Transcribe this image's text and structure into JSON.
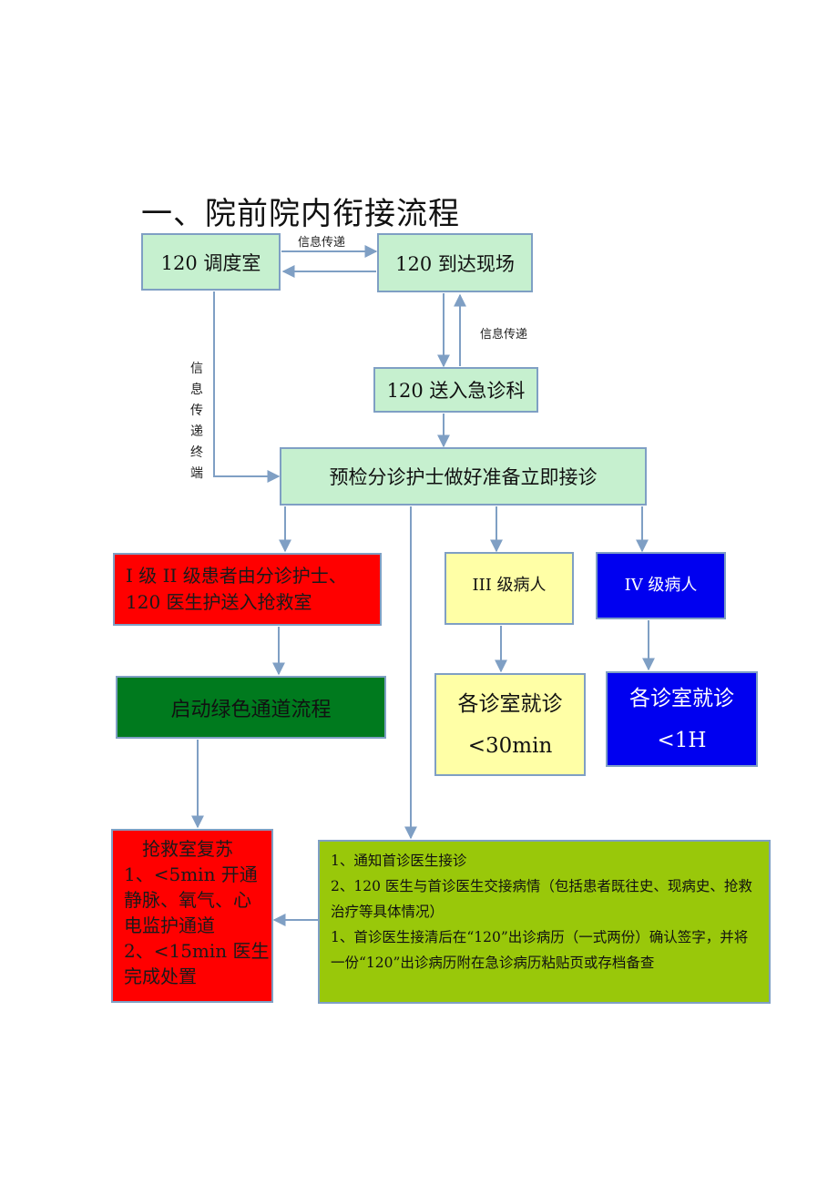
{
  "title": "一、院前院内衔接流程",
  "nodes": {
    "dispatch": "120 调度室",
    "arrive": "120 到达现场",
    "send_er": "120 送入急诊科",
    "triage": "预检分诊护士做好准备立即接诊",
    "level12": [
      "I 级 II 级患者由分诊护士、",
      "120 医生护送入抢救室"
    ],
    "level3": "III 级病人",
    "level4": "IV 级病人",
    "green_channel": "启动绿色通道流程",
    "level3_visit": [
      "各诊室就诊",
      "<30min"
    ],
    "level4_visit": [
      "各诊室就诊",
      "<1H"
    ],
    "rescue": [
      "抢救室复苏",
      "1、<5min 开通",
      "静脉、氧气、心",
      "电监护通道",
      "2、<15min 医生",
      "完成处置"
    ],
    "notify": [
      "1、通知首诊医生接诊",
      "2、120 医生与首诊医生交接病情（包括患者既往史、现病史、抢救治疗等具体情况）",
      "1、首诊医生接清后在“120”出诊病历（一式两份）确认签字，并将一份“120”出诊病历附在急诊病历粘贴页或存档备查"
    ]
  },
  "labels": {
    "info_top": "信息传递",
    "info_right": "信息传递",
    "info_left_vertical": [
      "信",
      "息",
      "传",
      "递",
      "终",
      "端"
    ]
  },
  "colors": {
    "box_border": "#7f9fc4",
    "arrow": "#7f9fc4",
    "mint": "#c6f0cf",
    "red": "#ff0000",
    "dark_green": "#007a1e",
    "yellow": "#ffffa6",
    "blue": "#0000f0",
    "lime": "#99c80a"
  }
}
